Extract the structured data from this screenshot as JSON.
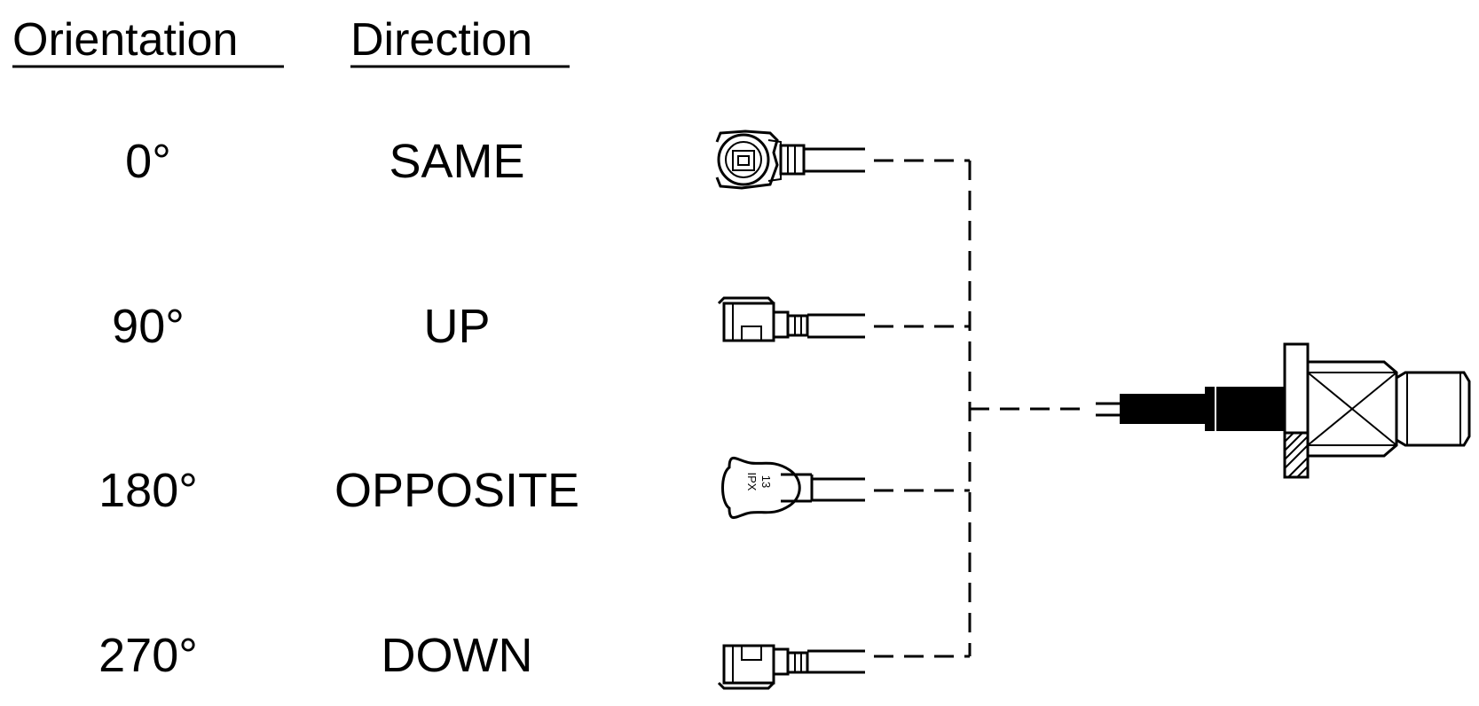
{
  "table": {
    "headers": {
      "orientation": "Orientation",
      "direction": "Direction"
    },
    "rows": [
      {
        "orientation": "0°",
        "direction": "SAME"
      },
      {
        "orientation": "90°",
        "direction": "UP"
      },
      {
        "orientation": "180°",
        "direction": "OPPOSITE"
      },
      {
        "orientation": "270°",
        "direction": "DOWN"
      }
    ]
  },
  "connector_label": {
    "number": "13",
    "brand": "IPX"
  }
}
